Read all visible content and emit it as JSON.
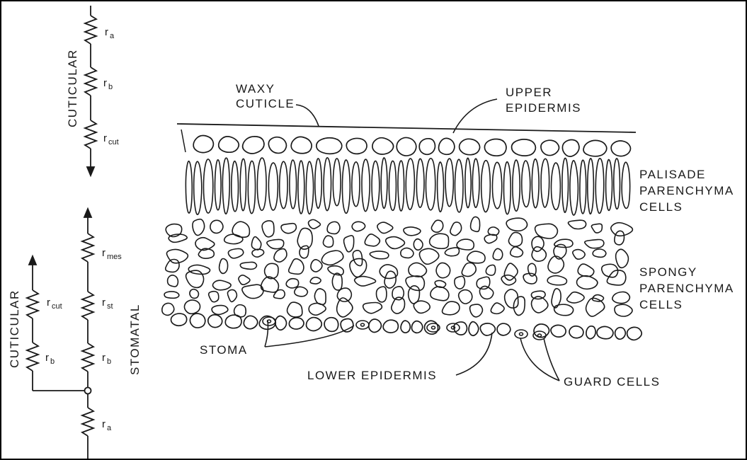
{
  "colors": {
    "ink": "#1a1a1a",
    "paper": "#ffffff",
    "border": "#000000"
  },
  "circuit": {
    "upper": {
      "label": "CUTICULAR",
      "resistors": [
        {
          "r": "r",
          "sub": "a"
        },
        {
          "r": "r",
          "sub": "b"
        },
        {
          "r": "r",
          "sub": "cut"
        }
      ]
    },
    "lower": {
      "cuticular_label": "CUTICULAR",
      "stomatal_label": "STOMATAL",
      "cuticular_resistors": [
        {
          "r": "r",
          "sub": "cut"
        },
        {
          "r": "r",
          "sub": "b"
        }
      ],
      "stomatal_resistors": [
        {
          "r": "r",
          "sub": "mes"
        },
        {
          "r": "r",
          "sub": "st"
        },
        {
          "r": "r",
          "sub": "b"
        }
      ],
      "common_resistor": {
        "r": "r",
        "sub": "a"
      }
    }
  },
  "leaf": {
    "labels": {
      "waxy_cuticle": [
        "WAXY",
        "CUTICLE"
      ],
      "upper_epidermis": [
        "UPPER",
        "EPIDERMIS"
      ],
      "palisade": [
        "PALISADE",
        "PARENCHYMA",
        "CELLS"
      ],
      "spongy": [
        "SPONGY",
        "PARENCHYMA",
        "CELLS"
      ],
      "stoma": "STOMA",
      "lower_epidermis": "LOWER EPIDERMIS",
      "guard_cells": "GUARD CELLS"
    }
  }
}
